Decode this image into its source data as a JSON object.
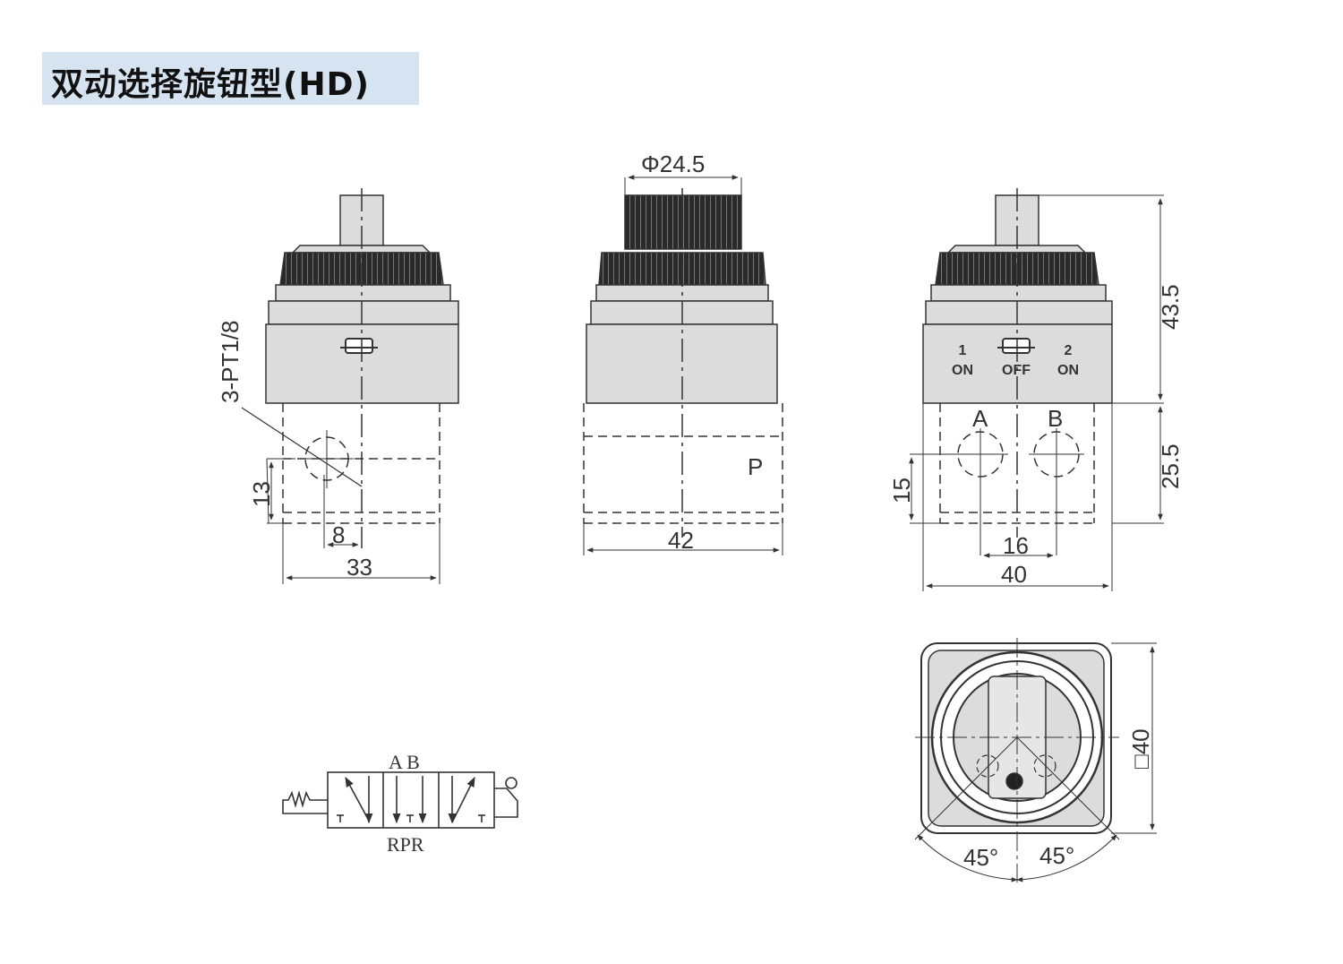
{
  "title": "双动选择旋钮型(HD)",
  "views": {
    "left": {
      "port_label": "3-PT1/8",
      "dims": {
        "height": "13",
        "offset": "8",
        "width": "33"
      }
    },
    "middle": {
      "dims": {
        "diameter": "Φ24.5",
        "width": "42"
      },
      "port_label": "P"
    },
    "right": {
      "positions": [
        {
          "num": "1",
          "state": "ON"
        },
        {
          "num": "",
          "state": "OFF"
        },
        {
          "num": "2",
          "state": "ON"
        }
      ],
      "ports": [
        "A",
        "B"
      ],
      "dims": {
        "total_height": "43.5",
        "base_height": "25.5",
        "port_height": "15",
        "port_spacing": "16",
        "width": "40"
      }
    },
    "top": {
      "dims": {
        "square": "□40",
        "angle_left": "45°",
        "angle_right": "45°"
      }
    }
  },
  "symbol": {
    "top_ports": "A B",
    "bottom_ports": "RPR"
  },
  "colors": {
    "title_bg": "#d6e3f0",
    "body_gray": "#dcdcdc",
    "knob_dark": "#2a2a2a",
    "line": "#333333"
  }
}
